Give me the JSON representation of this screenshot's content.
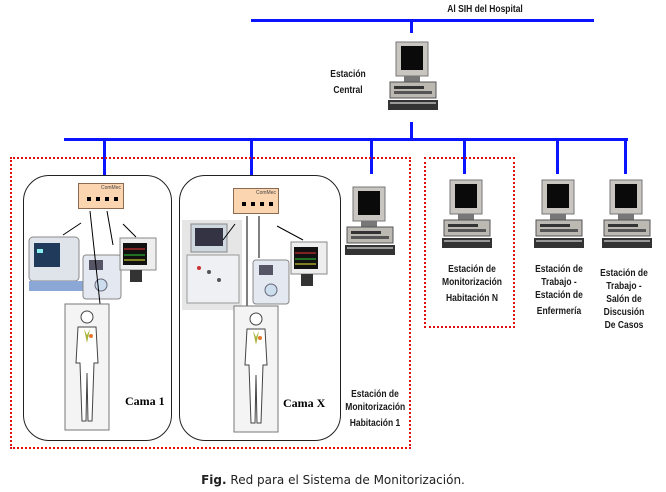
{
  "diagram": {
    "top_label": "Al SIH del Hospital",
    "central_station": {
      "line1": "Estación",
      "line2": "Central"
    },
    "beds": [
      {
        "name": "Cama 1",
        "hub_label": "ComMec"
      },
      {
        "name": "Cama X",
        "hub_label": "ComMec"
      }
    ],
    "stations": [
      {
        "lines": [
          "Estación de",
          "Monitorización",
          "Habitación 1"
        ]
      },
      {
        "lines": [
          "Estación de",
          "Monitorización",
          "Habitación N"
        ]
      },
      {
        "lines": [
          "Estación de",
          "Trabajo -",
          "Estación de",
          "Enfermería"
        ]
      },
      {
        "lines": [
          "Estación de",
          "Trabajo -",
          "Salón de",
          "Discusión",
          "De Casos"
        ]
      }
    ],
    "colors": {
      "network": "#0a14ff",
      "room_border": "#e01010",
      "hub_fill": "#fbd4b0"
    }
  },
  "caption": {
    "prefix": "Fig.",
    "text": " Red para el Sistema de Monitorización."
  }
}
